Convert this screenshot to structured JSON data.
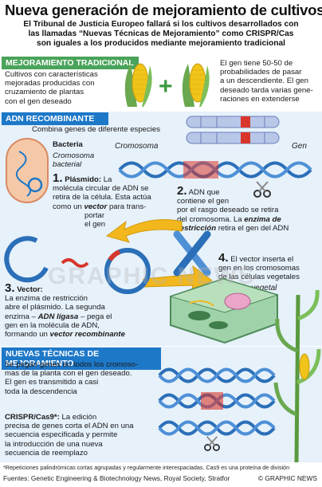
{
  "header": {
    "title": "Nueva generación de mejoramiento de cultivos",
    "subtitle_lines": [
      "El Tribunal de Justicia Europeo fallará si los cultivos desarrollados con",
      "las llamadas “Nuevas Técnicas de Mejoramiento” como CRISPR/Cas",
      "son iguales a los producidos mediante mejoramiento tradicional"
    ]
  },
  "traditional": {
    "heading": "MEJORAMIENTO TRADICIONAL",
    "left_lines": [
      "Cultivos con características",
      "mejoradas producidas con",
      "cruzamiento de plantas",
      "con el gen deseado"
    ],
    "right_lines": [
      "El gen tiene 50-50 de",
      "probabilidades de pasar",
      "a un descendiente. El gen",
      "deseado tarda varias gene-",
      "raciones en extenderse"
    ],
    "plus": "+"
  },
  "recombinant": {
    "heading": "ADN RECOMBINANTE",
    "intro": "Combina genes de diferente especies",
    "bacteria_label": "Bacteria",
    "chromosome_bacterial": [
      "Cromosoma",
      "bacterial"
    ],
    "chromosome_label": "Cromosoma",
    "gene_label": "Gen",
    "step1": {
      "num": "1.",
      "bold": "Plásmido:",
      "lines": [
        "La",
        "molécula circular de ADN se",
        "retira de la célula. Esta actúa",
        "como un",
        "vector",
        "para trans-",
        "portar",
        "el gen"
      ]
    },
    "step2": {
      "num": "2.",
      "lines": [
        "ADN que",
        "contiene el gen",
        "por el rasgo deseado se retira",
        "del cromosoma.",
        "La",
        "enzima de",
        "restricción",
        "retira el gen del ADN"
      ]
    },
    "step3": {
      "num": "3.",
      "bold": "Vector:",
      "lines": [
        "La enzima de restricción",
        "abre el plásmido. La segunda",
        "enzima –",
        "ADN ligasa",
        "– pega el",
        "gen en la molécula de ADN,",
        "formando un",
        "vector recombinante"
      ]
    },
    "step4": {
      "num": "4.",
      "lines": [
        "El vector inserta el",
        "gen en los cromosomas",
        "de las células vegetales"
      ]
    },
    "plant_cell_label": "Célula vegetal"
  },
  "new_techniques": {
    "heading": "NUEVAS TÉCNICAS DE MEJORAMIENTO",
    "intro_lines": [
      "Se pegan genes en todos los cromoso-",
      "mas de la planta con el gen deseado.",
      "El gen es transmitido a casi",
      "toda la descendencia"
    ],
    "crispr_bold": "CRISPR/Cas9*:",
    "crispr_lines": [
      "La edición",
      "precisa de genes corta el ADN en una",
      "secuencia especificada y permite",
      "la introducción de una nueva",
      "secuencia de reemplazo"
    ]
  },
  "footer": {
    "footnote": "*Repeticiones palindrómicas cortas agrupadas y regularmente interespaciadas. Cas9 es una proteína de división",
    "sources": "Fuentes: Genetic Engineering & Biotechnology News, Royal Society, Stratfor",
    "credit": "© GRAPHIC NEWS"
  },
  "colors": {
    "green_bar": "#4aa35a",
    "blue_bar": "#1e78c8",
    "dna_blue": "#2a6fb8",
    "gene_red": "#d8362b",
    "arrow_yellow": "#f2b71c",
    "corn_yellow": "#f0c419",
    "leaf_green": "#6aa84f"
  },
  "watermark": "GRAPHIC NEWS"
}
